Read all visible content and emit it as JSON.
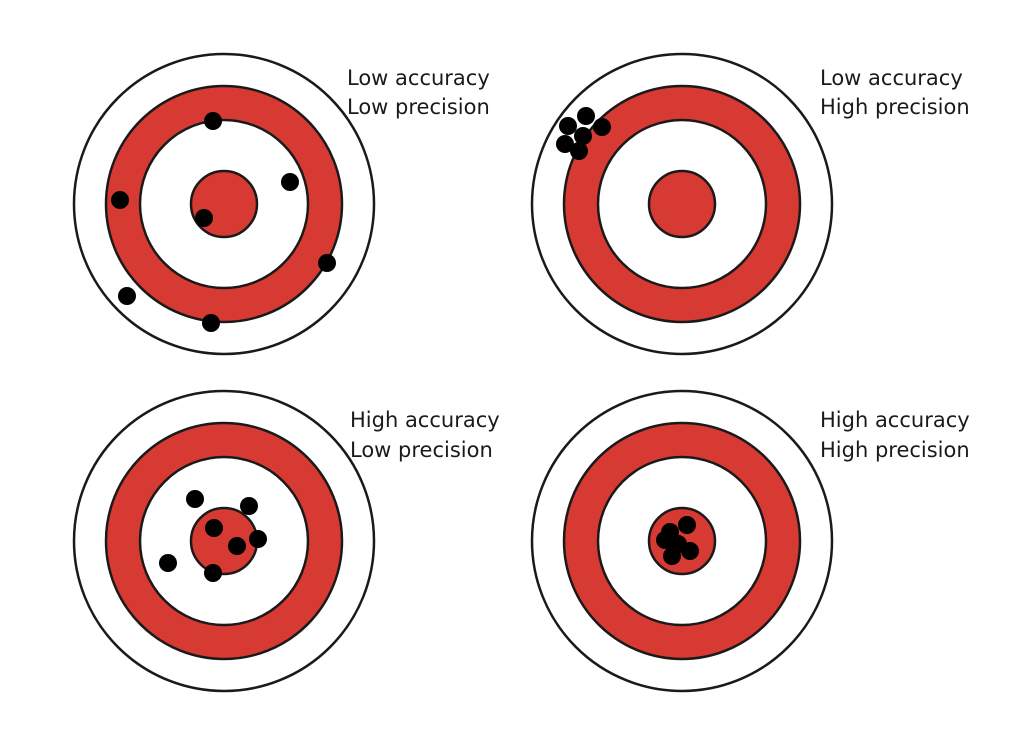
{
  "colors": {
    "ring_red": "#d63a32",
    "ring_white": "#ffffff",
    "outline": "#1a1a1a",
    "shot": "#000000"
  },
  "targets": [
    {
      "id": "low-accuracy-low-precision",
      "label_line1": "Low accuracy",
      "label_line2": "Low precision"
    },
    {
      "id": "low-accuracy-high-precision",
      "label_line1": "Low accuracy",
      "label_line2": "High precision"
    },
    {
      "id": "high-accuracy-low-precision",
      "label_line1": "High accuracy",
      "label_line2": "Low precision"
    },
    {
      "id": "high-accuracy-high-precision",
      "label_line1": "High accuracy",
      "label_line2": "High precision"
    }
  ]
}
